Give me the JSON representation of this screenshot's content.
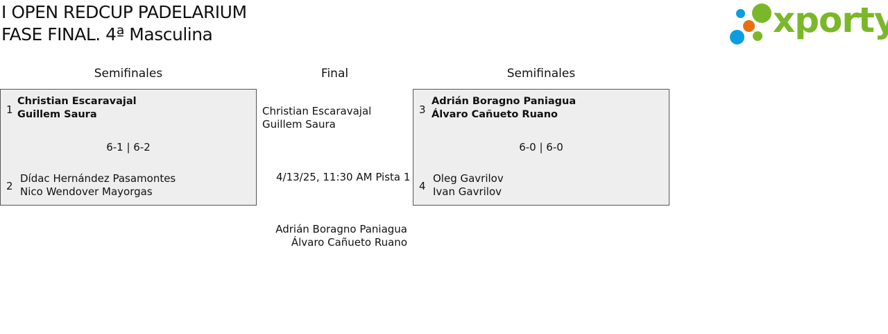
{
  "header": {
    "title_line1": "I OPEN REDCUP PADELARIUM",
    "title_line2": "FASE FINAL. 4ª Masculina"
  },
  "logo": {
    "text": "xporty",
    "colors": {
      "green": "#7ab829",
      "blue": "#0b9de0",
      "orange": "#e8700f"
    }
  },
  "columns": {
    "left": "Semifinales",
    "center": "Final",
    "right": "Semifinales"
  },
  "semis": [
    {
      "team1": {
        "seed": "1",
        "p1": "Christian Escaravajal",
        "p2": "Guillem Saura"
      },
      "score": "6-1 | 6-2",
      "team2": {
        "seed": "2",
        "p1": "Dídac Hernández Pasamontes",
        "p2": "Nico Wendover Mayorgas"
      }
    },
    {
      "team1": {
        "seed": "3",
        "p1": "Adrián Boragno Paniagua",
        "p2": "Álvaro Cañueto Ruano"
      },
      "score": "6-0 | 6-0",
      "team2": {
        "seed": "4",
        "p1": "Oleg Gavrilov",
        "p2": "Ivan Gavrilov"
      }
    }
  ],
  "final": {
    "team1": {
      "p1": "Christian Escaravajal",
      "p2": "Guillem Saura"
    },
    "info": "4/13/25, 11:30 AM Pista 1",
    "team2": {
      "p1": "Adrián Boragno Paniagua",
      "p2": "Álvaro Cañueto Ruano"
    }
  }
}
